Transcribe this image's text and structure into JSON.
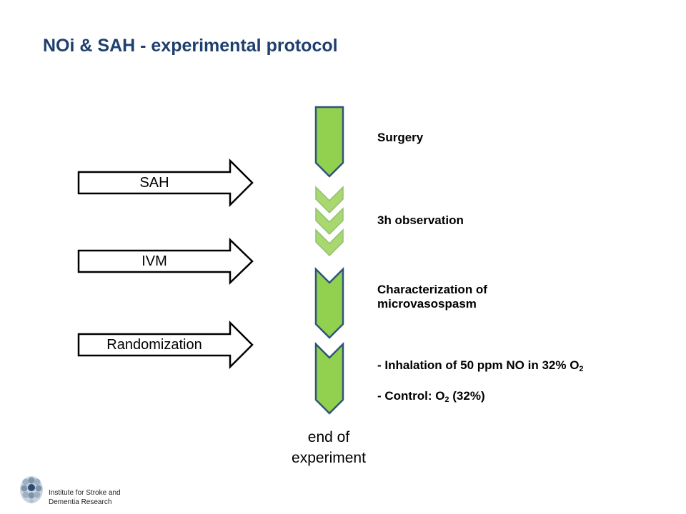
{
  "slide": {
    "title": "NOi & SAH - experimental protocol"
  },
  "events": [
    {
      "label": "SAH"
    },
    {
      "label": "IVM"
    },
    {
      "label": "Randomization"
    }
  ],
  "timeline": {
    "steps": [
      {
        "label": "Surgery"
      },
      {
        "label": "3h observation"
      },
      {
        "label_line1": "Characterization of",
        "label_line2": "microvasospasm"
      },
      {
        "line1_prefix": "- Inhalation of 50 ppm NO in 32% O",
        "line1_sub": "2",
        "line2_prefix": "- Control: O",
        "line2_sub": "2",
        "line2_suffix": " (32%)"
      }
    ],
    "end_line1": "end of",
    "end_line2": "experiment"
  },
  "colors": {
    "title": "#1f3f6e",
    "chevron_fill": "#92d050",
    "chevron_fill_light": "#a9d86e",
    "chevron_stroke": "#2e5478"
  },
  "footer": {
    "icon": "brain-logo-icon",
    "line1": "Institute for Stroke and",
    "line2": "Dementia Research"
  }
}
